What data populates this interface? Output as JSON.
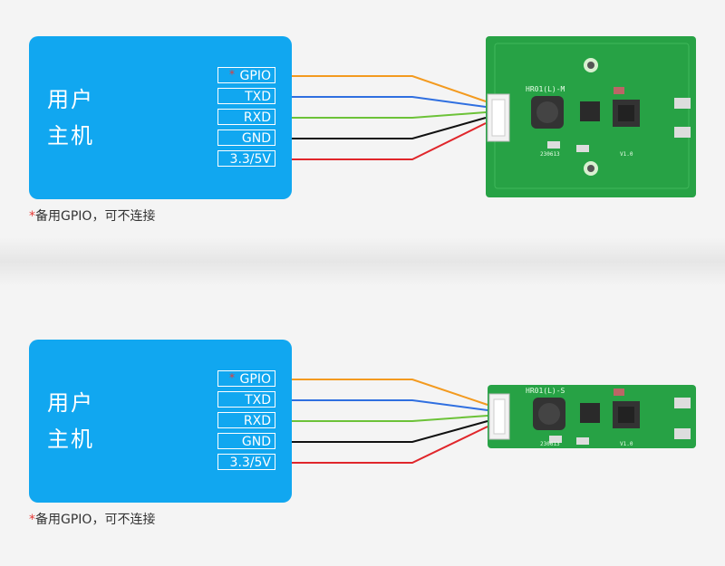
{
  "colors": {
    "host_bg": "#11a7f0",
    "pcb_green": "#27a245",
    "wire_gpio": "#f39a1f",
    "wire_txd": "#2f6fe0",
    "wire_rxd": "#6cc238",
    "wire_gnd": "#111111",
    "wire_vcc": "#e0262b"
  },
  "panels": [
    {
      "host_label_line1": "用户",
      "host_label_line2": "主机",
      "pins": [
        "GPIO",
        "TXD",
        "RXD",
        "GND",
        "3.3/5V"
      ],
      "gpio_star": "*",
      "note_star": "*",
      "note": "备用GPIO，可不连接",
      "board_silkscreen": "HR01(L)-M",
      "board_date": "230613",
      "board_version": "V1.0"
    },
    {
      "host_label_line1": "用户",
      "host_label_line2": "主机",
      "pins": [
        "GPIO",
        "TXD",
        "RXD",
        "GND",
        "3.3/5V"
      ],
      "gpio_star": "*",
      "note_star": "*",
      "note": "备用GPIO，可不连接",
      "board_silkscreen": "HR01(L)-S",
      "board_date": "230613",
      "board_version": "V1.0"
    }
  ]
}
